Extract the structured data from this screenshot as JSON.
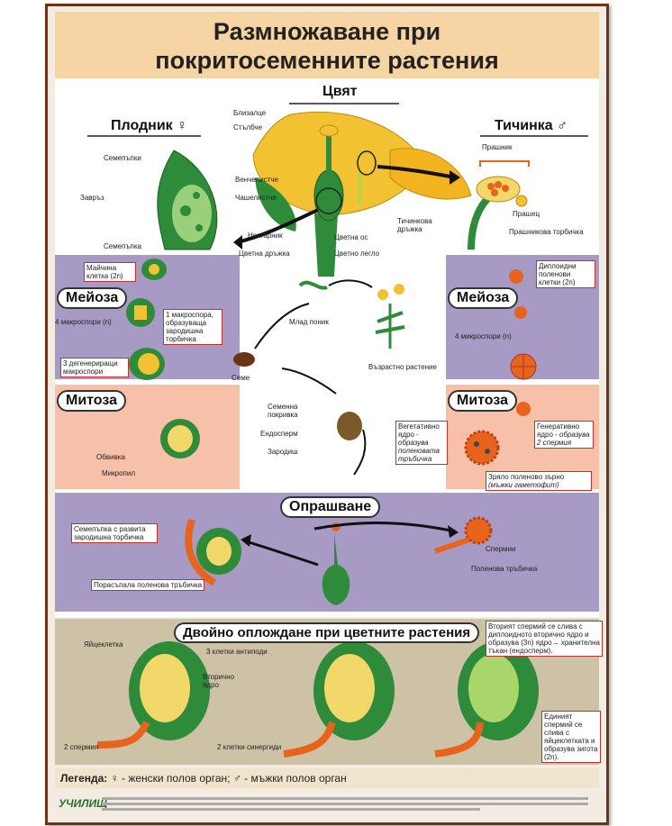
{
  "title": {
    "line1": "Размножаване при",
    "line2": "покритосеменните растения"
  },
  "headings": {
    "flower": "Цвят",
    "pistil": "Плодник ♀",
    "stamen": "Тичинка ♂",
    "meiosis": "Мейоза",
    "mitosis": "Митоза",
    "pollination": "Опрашване",
    "double_fert": "Двойно оплождане при цветните растения"
  },
  "flower_labels": [
    "Близалце",
    "Стълбче",
    "Венчелистче",
    "Чашелистче",
    "Нектарник",
    "Цветна дръжка",
    "Цветна ос",
    "Цветно легло"
  ],
  "stamen_labels": {
    "anther": "Прашник",
    "filament_stalk": "Тичинкова дръжка",
    "theca": "Прашец",
    "sac": "Прашникова торбичка"
  },
  "pistil_labels": {
    "ovules": "Семепъпки",
    "ovary": "Завръз",
    "ovule": "Семепъпка"
  },
  "female_meiosis": {
    "mother": "Майчина клетка (2n)",
    "four": "4 макроспори (n)",
    "one": "1 макроспора, образуваща зародишна торбичка",
    "three": "3 дегенериращи макроспори"
  },
  "female_mitosis": {
    "integument": "Обвивка",
    "micropyle": "Микропил"
  },
  "male_meiosis": {
    "diploid": "Диплоидни поленови клетки (2n)",
    "four": "4 микроспори (n)"
  },
  "male_mitosis": {
    "veg": "Вегетативно ядро -",
    "veg_sub": "образува поленовата тръбичка",
    "gen": "Генеративно ядро -",
    "gen_sub": "образува 2 спермия",
    "mature": "Зряло поленово зърно",
    "mature_sub": "(мъжки гаметофит)"
  },
  "cycle": {
    "seedling": "Млад поник",
    "adult": "Възрастно растение",
    "seed": "Семе",
    "coat": "Семенна покривка",
    "endosperm": "Ендосперм",
    "embryo": "Зародиш"
  },
  "pollination_labels": {
    "ovule_sac": "Семепъпка с развита зародишна торбичка",
    "tube_grown": "Порасъпала поленова тръбичка",
    "sperms": "Спермии",
    "tube": "Поленова тръбичка"
  },
  "fert_labels": {
    "egg": "Яйцеклетка",
    "antipodes": "3 клетки антиподи",
    "secondary": "Вторично ядро",
    "two_sperm": "2 спермия",
    "synergids": "2 клетки синергиди",
    "second_sperm": "Вторият спермий се слива с диплоидното вторично ядро и образува (3n) ядро→ хранителна тъкан (ендосперм).",
    "first_sperm": "Единият спермий се слива с яйцеклетката и образува зигота (2n)."
  },
  "legend": {
    "label": "Легенда:",
    "female": "♀ - женски полов орган;",
    "male": "♂ - мъжки полов орган"
  },
  "publisher": "УЧИЛИЩ",
  "colors": {
    "border": "#6b3318",
    "title_bg": "#f6d4a3",
    "purple": "#a79ac4",
    "salmon": "#f7c0a8",
    "green": "#2e8b3a",
    "yellow": "#f2c233",
    "orange": "#e8641c"
  }
}
